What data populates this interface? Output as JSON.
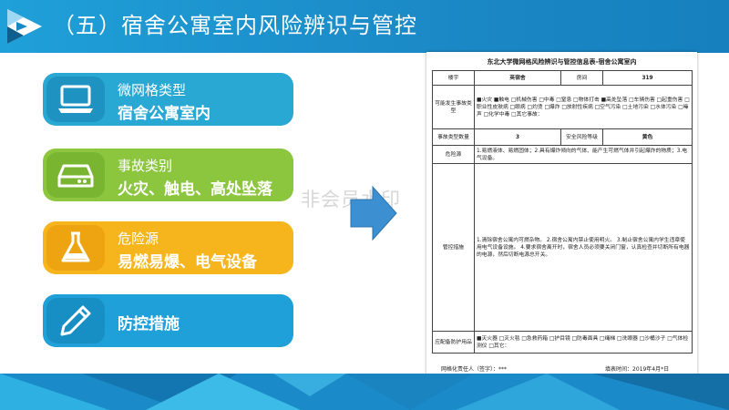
{
  "header": {
    "title": "（五）宿舍公寓室内风险辨识与管控"
  },
  "categories": [
    {
      "sub": "微网格类型",
      "main": "宿舍公寓室内",
      "icon": "laptop-icon"
    },
    {
      "sub": "事故类别",
      "main": "火灾、触电、高处坠落",
      "icon": "hard-drive-icon"
    },
    {
      "sub": "危险源",
      "main": "易燃易爆、电气设备",
      "icon": "flask-icon"
    },
    {
      "sub": "",
      "main": "防控措施",
      "icon": "pencil-icon"
    }
  ],
  "watermark": "非会员水印",
  "document": {
    "title": "东北大学微网格风险辨识与管控信息表-宿舍公寓室内",
    "building_label": "楼宇",
    "building_value": "英宿舍",
    "room_label": "房间",
    "room_value": "319",
    "accident_label": "可能发生事故类型",
    "accident_value": "■火灾 ■触电 □机械伤害 □中毒 □窒息 □物体打击 ■高处坠落 □车辆伤害 □起重伤害 □职业性皮肤病 □眼病 □灼烫 □爆炸 □放射性疾病 □空气污染 □土地污染 □水体污染 □噪声 □化学中毒 □其它事故：",
    "count_label": "事故类型数量",
    "count_value": "3",
    "level_label": "安全风险等级",
    "level_value": "黄色",
    "hazard_label": "危险源",
    "hazard_value": "1.易燃液体、易燃固体；2.具有爆炸倾向的气体、能产生可燃气体并引起爆炸的物质；3.电气设备。",
    "measures_label": "管控措施",
    "measures_value": "1.清除宿舍公寓内可燃杂物。 2.宿舍公寓内禁止使用明火。 3.制止宿舍公寓内学生违章使用电气设备设施。 4.要求宿舍离开时，宿舍人员必须要关闭门窗，认真检查并切断所有电器的电源，然后切断电源总开关。",
    "equipment_label": "应配备防护用品",
    "equipment_value": "■灭火器 □灭火毯 □急救药箱 □护目镜 □防毒面具 □绳梯 □洗眼器 □沙桶沙子 □气体检测仪 □其它：",
    "footer_left": "网格化责任人（签字）：***",
    "footer_right": "填表时间：2019年4月*日"
  },
  "colors": {
    "header": "#1fa0d8",
    "card_blue": "#2aa8d4",
    "card_green": "#8cc63f",
    "card_orange": "#f6b51c",
    "card_blue2": "#1fa0d8",
    "arrow": "#3c8fd0"
  }
}
